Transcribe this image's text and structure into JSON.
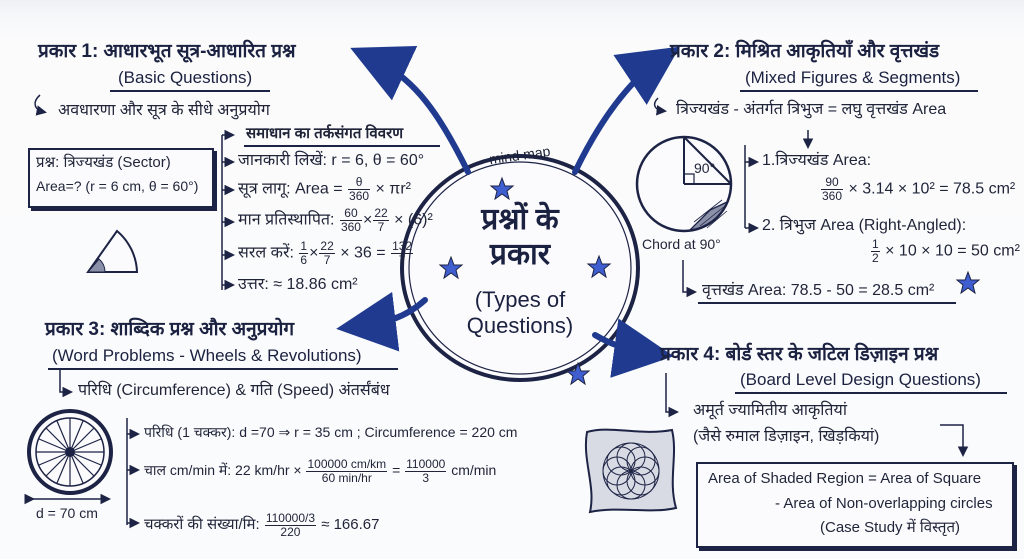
{
  "center": {
    "tag": "mind map",
    "title_line1": "प्रश्नों के",
    "title_line2": "प्रकार",
    "subtitle_line1": "(Types of",
    "subtitle_line2": "Questions)"
  },
  "q1": {
    "title": "प्रकार 1: आधारभूत सूत्र-आधारित प्रश्न",
    "subtitle": "(Basic Questions)",
    "desc": "अवधारणा और सूत्र के सीधे अनुप्रयोग",
    "box_line1": "प्रश्न: त्रिज्यखंड (Sector)",
    "box_line2": "Area=? (r = 6 cm, θ = 60°)",
    "steps_title": "समाधान का तर्कसंगत विवरण",
    "step1": "जानकारी लिखें: r = 6, θ = 60°",
    "step2_label": "सूत्र लागू: Area =",
    "step2_num": "θ",
    "step2_den": "360",
    "step2_tail": "× πr²",
    "step3_label": "मान प्रतिस्थापित:",
    "step3_f1_num": "60",
    "step3_f1_den": "360",
    "step3_f2_num": "22",
    "step3_f2_den": "7",
    "step3_tail": "× (6)²",
    "step4_label": "सरल करें:",
    "step4_f1_num": "1",
    "step4_f1_den": "6",
    "step4_f2_num": "22",
    "step4_f2_den": "7",
    "step4_mid": "× 36 =",
    "step4_r_num": "132",
    "step4_r_den": "7",
    "step5": "उत्तर: ≈ 18.86 cm²"
  },
  "q2": {
    "title": "प्रकार 2: मिश्रित आकृतियाँ और वृत्तखंड",
    "subtitle": "(Mixed Figures & Segments)",
    "desc": "त्रिज्यखंड - अंतर्गत त्रिभुज = लघु वृत्तखंड Area",
    "angle": "90°",
    "chord_label": "Chord at 90°",
    "step1": "1.त्रिज्यखंड Area:",
    "step1_num": "90",
    "step1_den": "360",
    "step1_tail": "× 3.14 × 10² = 78.5 cm²",
    "step2": "2. त्रिभुज Area (Right-Angled):",
    "step2_num": "1",
    "step2_den": "2",
    "step2_tail": "× 10 × 10 = 50 cm²",
    "result": "वृत्तखंड Area: 78.5 - 50 = 28.5 cm²"
  },
  "q3": {
    "title": "प्रकार 3: शाब्दिक प्रश्न और अनुप्रयोग",
    "subtitle": "(Word Problems - Wheels & Revolutions)",
    "desc": "परिधि (Circumference) & गति (Speed) अंतर्संबंध",
    "wheel_label": "d = 70 cm",
    "step1": "परिधि (1 चक्कर): d =70 ⇒ r = 35 cm ;  Circumference = 220 cm",
    "step2_label": "चाल cm/min में:   22 km/hr ×",
    "step2_num": "100000 cm/km",
    "step2_den": "60 min/hr",
    "step2_eq": "=",
    "step2_r_num": "110000",
    "step2_r_den": "3",
    "step2_tail": "cm/min",
    "step3_label": "चक्करों की संख्या/मि:",
    "step3_num": "110000/3",
    "step3_den": "220",
    "step3_tail": "≈ 166.67"
  },
  "q4": {
    "title": "प्रकार 4: बोर्ड स्तर के जटिल डिज़ाइन प्रश्न",
    "subtitle": "(Board Level Design Questions)",
    "desc1": "अमूर्त ज्यामितीय आकृतियां",
    "desc2": "(जैसे रुमाल डिज़ाइन, खिड़कियां)",
    "box_line1": "Area of Shaded Region = Area of Square",
    "box_line2": "- Area of Non-overlapping circles",
    "box_line3": "(Case Study में विस्तृत)"
  },
  "colors": {
    "ink": "#1d2345",
    "arrow": "#1f3a8f",
    "star": "#3f5fd0"
  }
}
